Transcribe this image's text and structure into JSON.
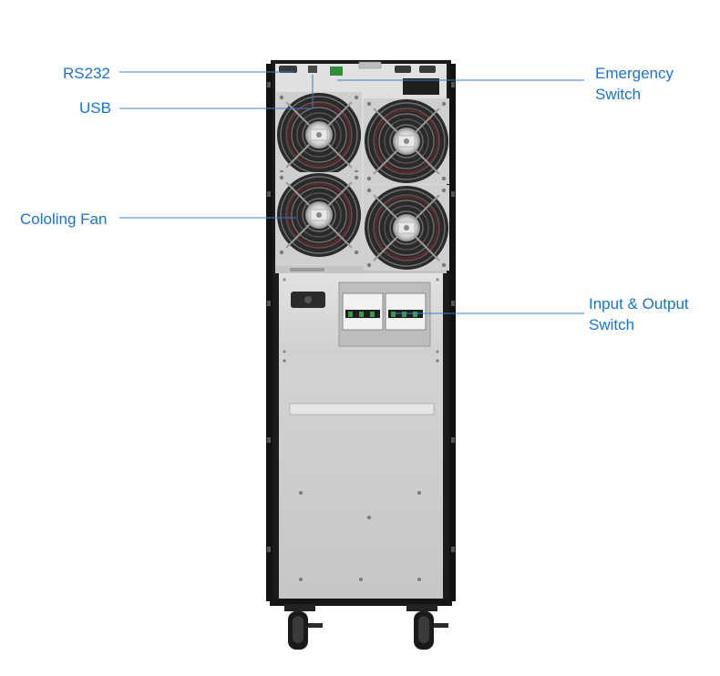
{
  "labels": {
    "rs232": "RS232",
    "usb": "USB",
    "cooling_fan": "Cololing Fan",
    "emergency_switch": [
      "Emergency",
      "Switch"
    ],
    "io_switch": [
      "Input & Output",
      "Switch"
    ]
  },
  "colors": {
    "label_text": "#1a73c8",
    "leader_line": "#3b7fc4",
    "chassis": "#1c1c1c",
    "panel": "#d6d6d6",
    "lower_panel": "#cfcfcf",
    "fan_guard": "#2a2a2a"
  },
  "fan_count": 4
}
